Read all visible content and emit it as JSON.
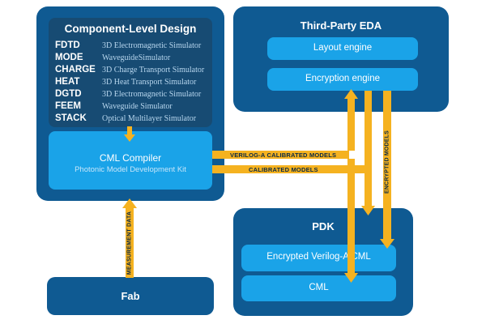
{
  "component_design": {
    "title": "Component-Level Design",
    "tools": [
      {
        "name": "FDTD",
        "desc": "3D Electromagnetic Simulator"
      },
      {
        "name": "MODE",
        "desc": "WaveguideSimulator"
      },
      {
        "name": "CHARGE",
        "desc": "3D Charge Transport Simulator"
      },
      {
        "name": "HEAT",
        "desc": "3D Heat Transport Simulator"
      },
      {
        "name": "DGTD",
        "desc": "3D Electromagnetic Simulator"
      },
      {
        "name": "FEEM",
        "desc": "Waveguide Simulator"
      },
      {
        "name": "STACK",
        "desc": "Optical Multilayer Simulator"
      }
    ],
    "compiler_title": "CML Compiler",
    "compiler_subtitle": "Photonic Model Development Kit"
  },
  "third_party": {
    "title": "Third-Party EDA",
    "layout_engine": "Layout engine",
    "encryption_engine": "Encryption engine"
  },
  "pdk": {
    "title": "PDK",
    "encrypted_cml": "Encrypted Verilog-A CML",
    "cml": "CML"
  },
  "fab": {
    "title": "Fab"
  },
  "arrows": {
    "verilog_calibrated": "VERILOG-A CALIBRATED MODELS",
    "calibrated": "CALIBRATED MODELS",
    "encrypted": "ENCRYPTED MODELS",
    "measurement": "MEASUREMENT DATA"
  },
  "colors": {
    "panel": "#0f5a92",
    "inner": "#174b73",
    "light_box": "#1aa3e8",
    "arrow": "#f5b220"
  }
}
